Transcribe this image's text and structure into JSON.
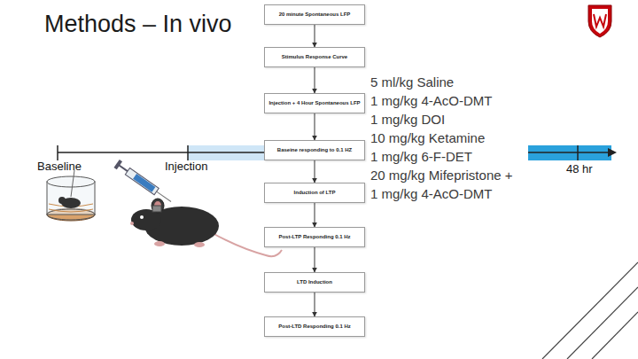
{
  "diagram": {
    "title": "Methods – In vivo",
    "nodes": [
      {
        "text": [
          "20 minute Spontaneous LFP"
        ]
      },
      {
        "text": [
          "Stimulus Response Curve"
        ]
      },
      {
        "text": [
          "Injection + 4 Hour Spontaneous LFP"
        ]
      },
      {
        "text": [
          "Baseine responding to 0.1 HZ"
        ]
      },
      {
        "text": [
          "Induction of LTP"
        ]
      },
      {
        "text": [
          "Post-LTP Responding 0.1 Hz"
        ]
      },
      {
        "text": [
          "LTD Induction"
        ]
      },
      {
        "text": [
          "Post-LTD Responding 0.1 Hz"
        ]
      }
    ],
    "edges": [
      {
        "from": 0,
        "to": 1,
        "arrow": "to"
      },
      {
        "from": 1,
        "to": 2,
        "arrow": "to"
      },
      {
        "from": 2,
        "to": 3,
        "arrow": "to"
      },
      {
        "from": 3,
        "to": 4,
        "arrow": "to"
      },
      {
        "from": 4,
        "to": 5,
        "arrow": "to"
      },
      {
        "from": 5,
        "to": 6,
        "arrow": "to"
      },
      {
        "from": 6,
        "to": 7,
        "arrow": "to"
      }
    ],
    "labels": [
      "5 ml/kg Saline",
      "1 mg/kg 4-AcO-DMT",
      "1 mg/kg DOI",
      "10 mg/kg Ketamine",
      "1 mg/kg 6-F-DET",
      "20 mg/kg Mifepristone +",
      "1 mg/kg 4-AcO-DMT",
      "Baseline",
      "Injection",
      "48 hr"
    ]
  }
}
